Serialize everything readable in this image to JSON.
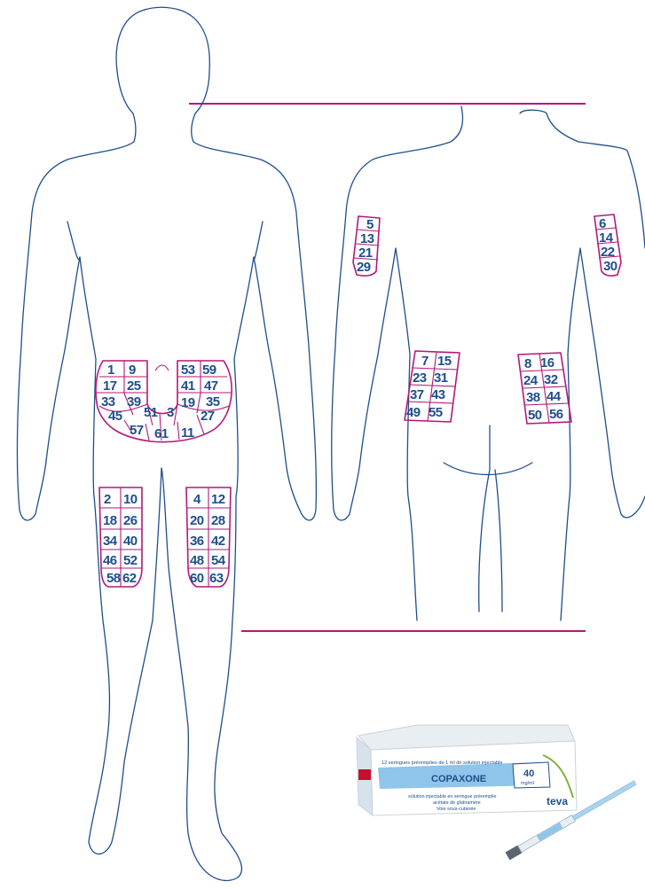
{
  "colors": {
    "outline": "#1f4e8c",
    "zone_border": "#b3197a",
    "divider": "#b3197a",
    "number": "#1f4e8c",
    "teva_green": "#7ab43c",
    "package_blue": "#8fc5e8"
  },
  "front_view": {
    "abdomen_zones": [
      "1",
      "9",
      "17",
      "25",
      "33",
      "39",
      "45",
      "51",
      "3",
      "19",
      "57",
      "61",
      "11",
      "27",
      "35",
      "41",
      "47",
      "53",
      "59"
    ],
    "left_thigh_zones": [
      "2",
      "10",
      "18",
      "26",
      "34",
      "40",
      "46",
      "52",
      "58",
      "62"
    ],
    "right_thigh_zones": [
      "4",
      "12",
      "20",
      "28",
      "36",
      "42",
      "48",
      "54",
      "60",
      "63"
    ]
  },
  "back_view": {
    "left_arm_zones": [
      "5",
      "13",
      "21",
      "29"
    ],
    "right_arm_zones": [
      "6",
      "14",
      "22",
      "30"
    ],
    "left_buttock_zones": [
      "7",
      "15",
      "23",
      "31",
      "37",
      "43",
      "49",
      "55"
    ],
    "right_buttock_zones": [
      "8",
      "16",
      "24",
      "32",
      "38",
      "44",
      "50",
      "56"
    ]
  },
  "package": {
    "top_line": "12 seringues préremplies de 1 ml de solution injectable",
    "brand": "COPAXONE",
    "dose_value": "40",
    "dose_unit": "mg/ml",
    "line1": "solution injectable en seringue préremplie",
    "line2": "acétate de glatiramère",
    "line3": "Voie sous-cutanée",
    "maker": "teva"
  }
}
